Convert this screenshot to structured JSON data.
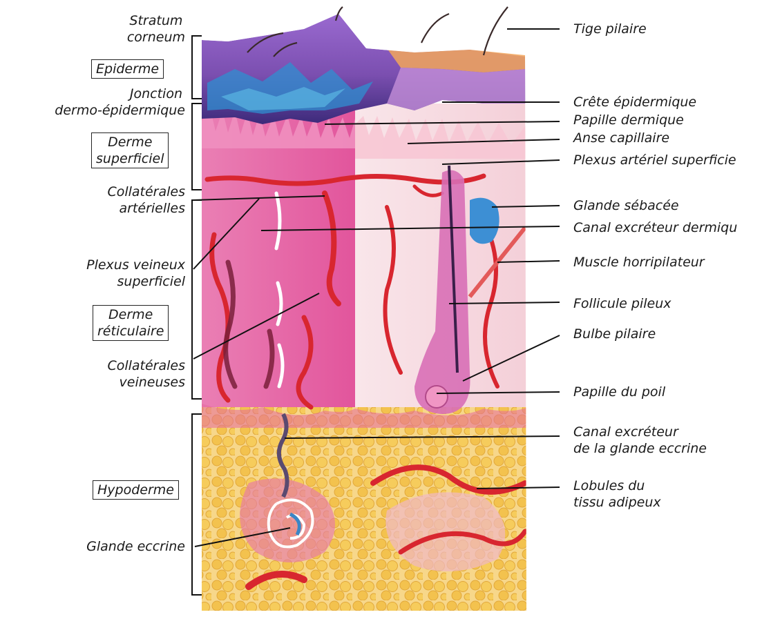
{
  "left_labels": {
    "stratum_corneum_1": "Stratum",
    "stratum_corneum_2": "corneum",
    "epiderme": "Epiderme",
    "jonction_1": "Jonction",
    "jonction_2": "dermo-épidermique",
    "derme_superficiel_1": "Derme",
    "derme_superficiel_2": "superficiel",
    "collaterales_arterielles_1": "Collatérales",
    "collaterales_arterielles_2": "artérielles",
    "plexus_veineux_1": "Plexus veineux",
    "plexus_veineux_2": "superficiel",
    "derme_reticulaire_1": "Derme",
    "derme_reticulaire_2": "réticulaire",
    "collaterales_veineuses_1": "Collatérales",
    "collaterales_veineuses_2": "veineuses",
    "hypoderme": "Hypoderme",
    "glande_eccrine": "Glande eccrine"
  },
  "right_labels": {
    "tige_pilaire": "Tige pilaire",
    "crete_epidermique": "Crête épidermique",
    "papille_dermique": "Papille dermique",
    "anse_capillaire": "Anse capillaire",
    "plexus_arteriel": "Plexus artériel superficie",
    "glande_sebacee": "Glande sébacée",
    "canal_excreteur_dermique": "Canal excréteur dermiqu",
    "muscle_horripilateur": "Muscle horripilateur",
    "follicule_pileux": "Follicule pileux",
    "bulbe_pilaire": "Bulbe pilaire",
    "papille_du_poil": "Papille du poil",
    "canal_excreteur_eccrine_1": "Canal excréteur",
    "canal_excreteur_eccrine_2": "de la glande eccrine",
    "lobules_1": "Lobules du",
    "lobules_2": "tissu adipeux"
  },
  "colors": {
    "epidermis_purple": "#7b4fb0",
    "epidermis_blue": "#2f8fd0",
    "dermis_pink": "#e86aa8",
    "dermis_light": "#f6d2dc",
    "vessel_red": "#d8262f",
    "fat_yellow": "#f3c24e",
    "leader_line": "#111111"
  }
}
